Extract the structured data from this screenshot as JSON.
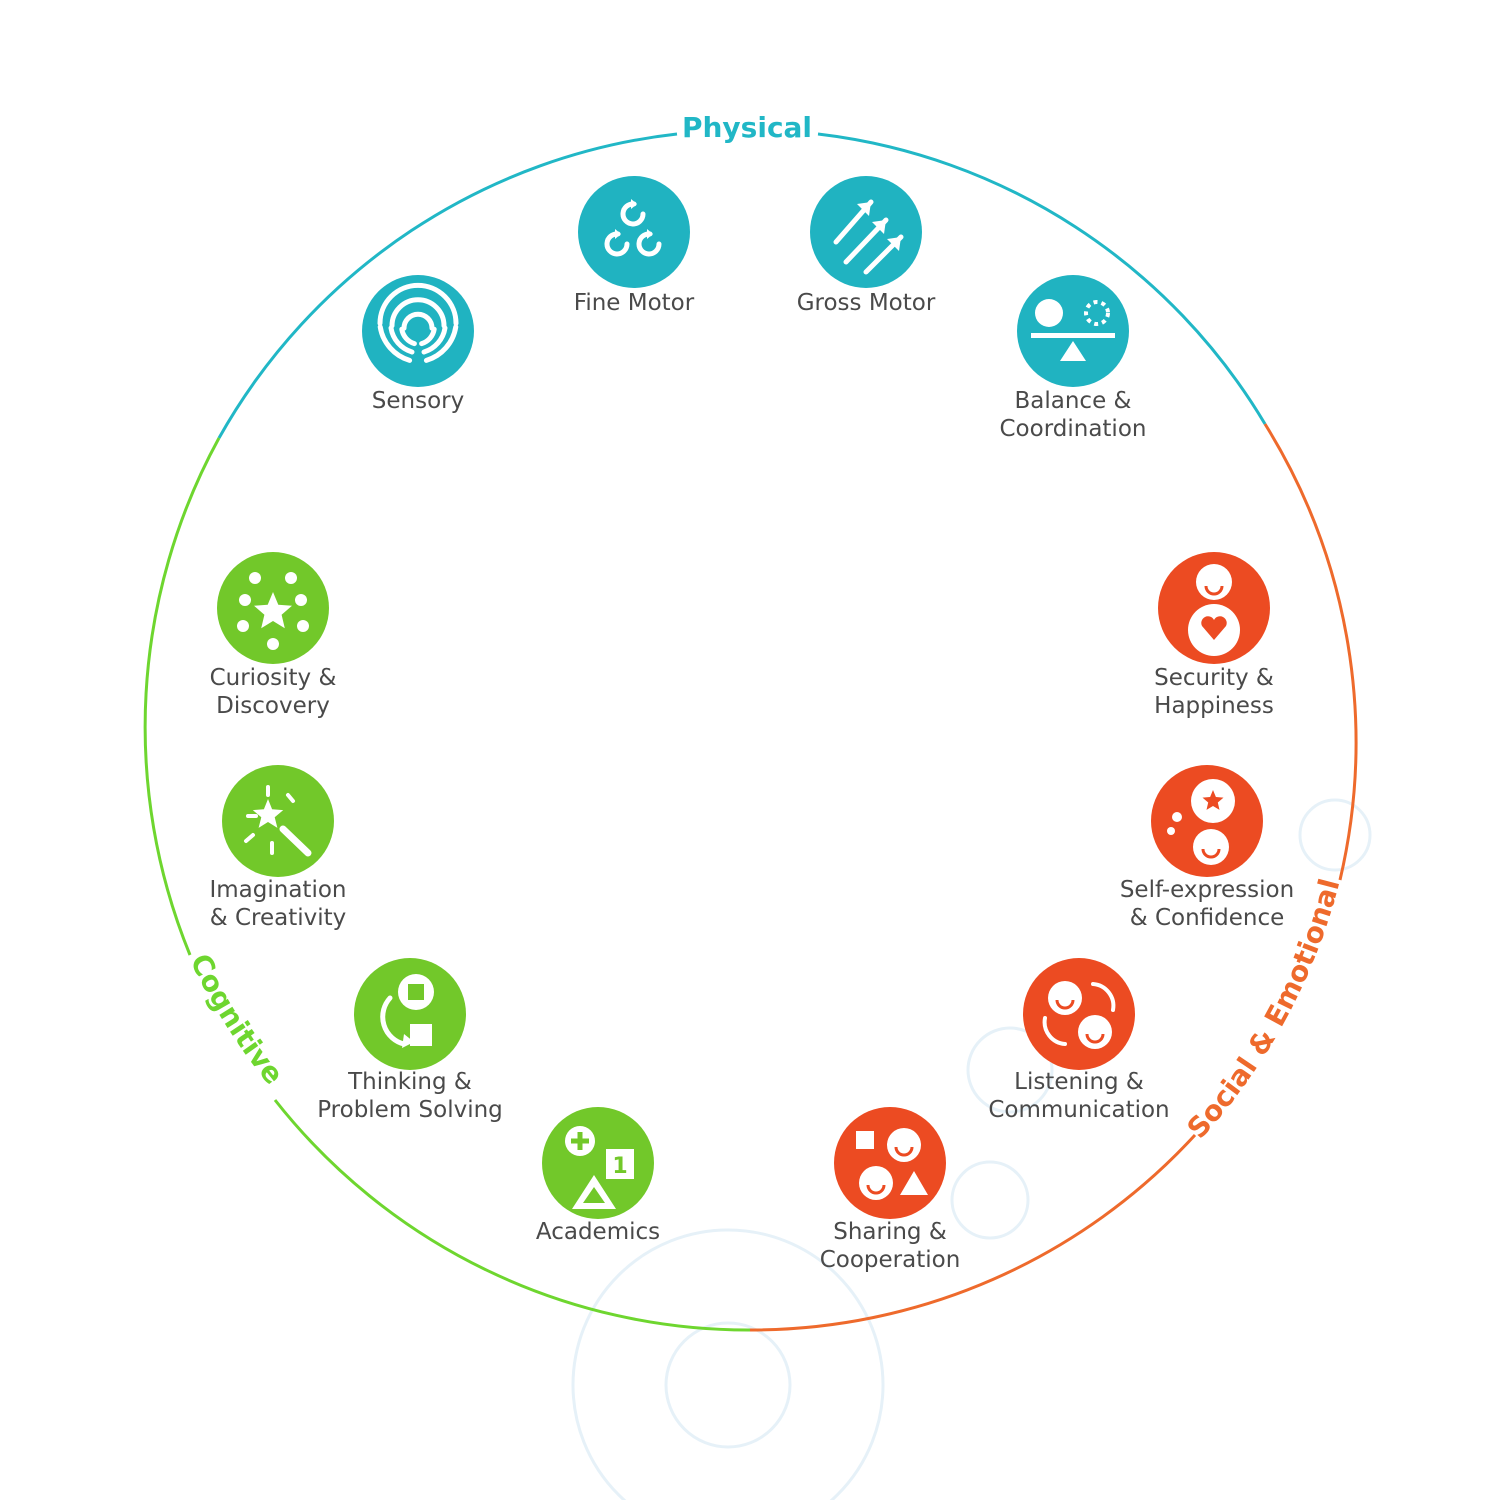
{
  "categories": {
    "physical": {
      "label": "Physical",
      "color": "#21b7c6"
    },
    "cognitive": {
      "label": "Cognitive",
      "color": "#6ed62f"
    },
    "social": {
      "label": "Social & Emotional",
      "color": "#ee6a2c"
    }
  },
  "icon_fill": {
    "physical": "#20b3c1",
    "cognitive": "#72c82a",
    "social": "#ec4b22"
  },
  "skills": [
    {
      "id": "fine-motor",
      "category": "physical",
      "icon": "rotating-arrows-icon",
      "label_lines": [
        "Fine Motor"
      ]
    },
    {
      "id": "gross-motor",
      "category": "physical",
      "icon": "diagonal-arrows-icon",
      "label_lines": [
        "Gross Motor"
      ]
    },
    {
      "id": "sensory",
      "category": "physical",
      "icon": "arcs-icon",
      "label_lines": [
        "Sensory"
      ]
    },
    {
      "id": "balance",
      "category": "physical",
      "icon": "seesaw-icon",
      "label_lines": [
        "Balance &",
        "Coordination"
      ]
    },
    {
      "id": "curiosity",
      "category": "cognitive",
      "icon": "star-burst-icon",
      "label_lines": [
        "Curiosity &",
        "Discovery"
      ]
    },
    {
      "id": "imagination",
      "category": "cognitive",
      "icon": "magic-wand-icon",
      "label_lines": [
        "Imagination",
        "& Creativity"
      ]
    },
    {
      "id": "thinking",
      "category": "cognitive",
      "icon": "head-cycle-icon",
      "label_lines": [
        "Thinking &",
        "Problem Solving"
      ]
    },
    {
      "id": "academics",
      "category": "cognitive",
      "icon": "plus-one-triangle-icon",
      "label_lines": [
        "Academics"
      ]
    },
    {
      "id": "security",
      "category": "social",
      "icon": "heart-person-icon",
      "label_lines": [
        "Security &",
        "Happiness"
      ]
    },
    {
      "id": "self-expression",
      "category": "social",
      "icon": "thought-star-icon",
      "label_lines": [
        "Self-expression",
        "& Confidence"
      ]
    },
    {
      "id": "listening",
      "category": "social",
      "icon": "two-faces-icon",
      "label_lines": [
        "Listening &",
        "Communication"
      ]
    },
    {
      "id": "sharing",
      "category": "social",
      "icon": "faces-shapes-icon",
      "label_lines": [
        "Sharing &",
        "Cooperation"
      ]
    }
  ]
}
